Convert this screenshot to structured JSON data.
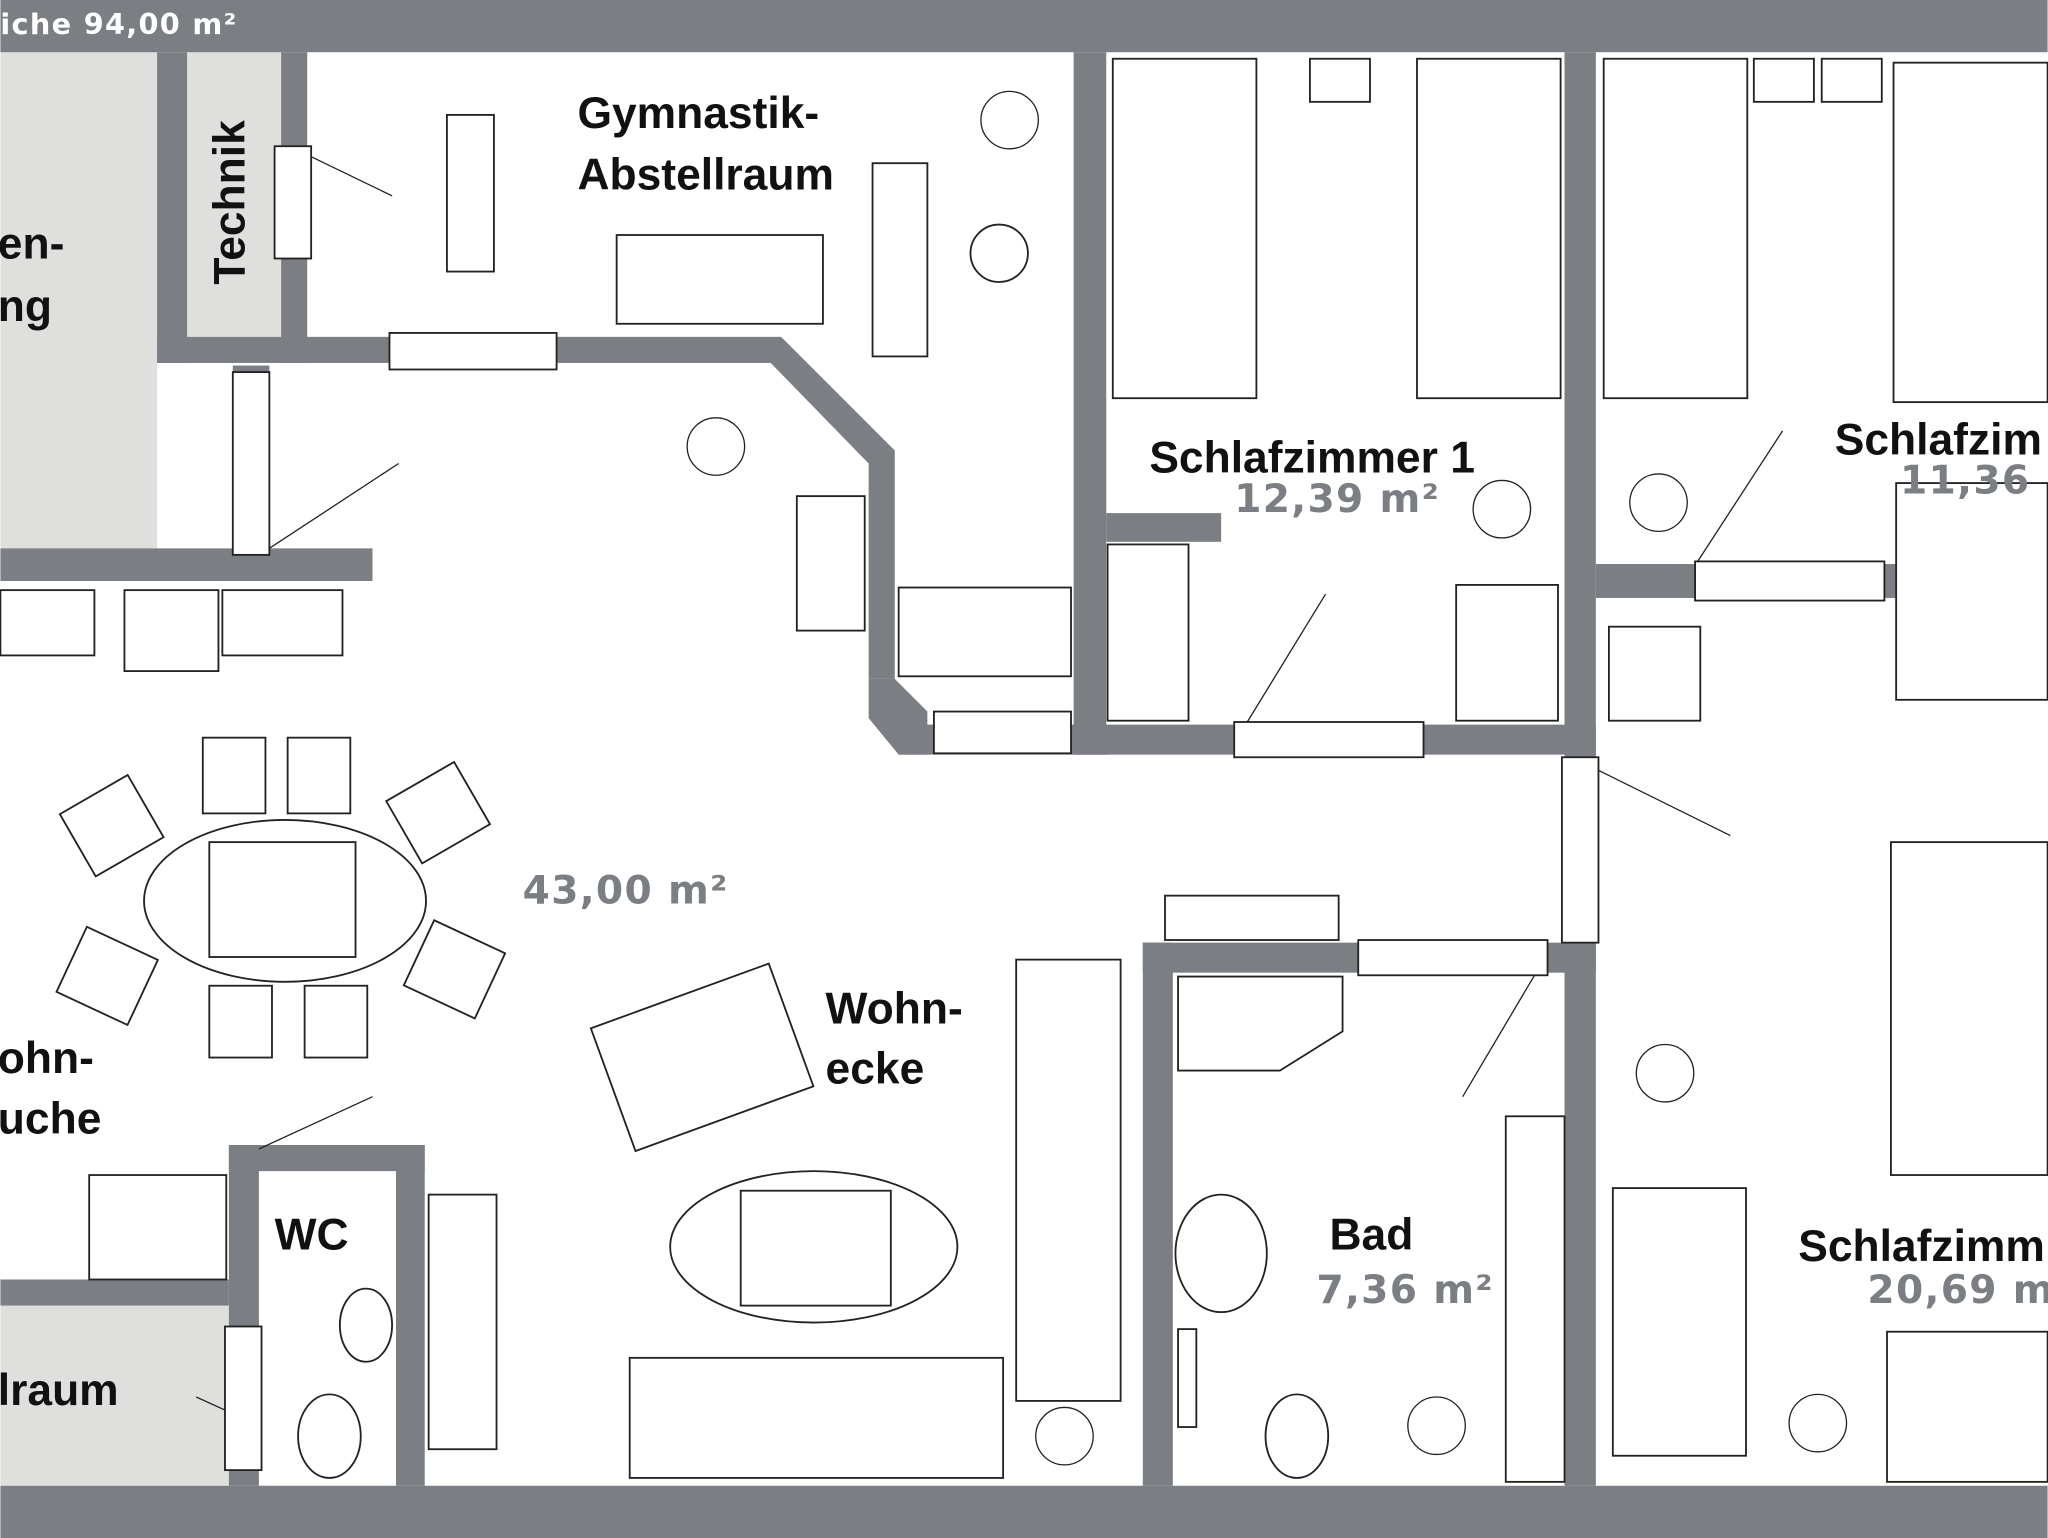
{
  "header": {
    "total_area": "iche 94,00 m²"
  },
  "rooms": {
    "left_top": {
      "line1": "en-",
      "line2": "ng"
    },
    "technik": {
      "label": "Technik"
    },
    "gym": {
      "line1": "Gymnastik-",
      "line2": "Abstellraum"
    },
    "schlaf1": {
      "label": "Schlafzimmer 1",
      "area": "12,39 m²"
    },
    "schlaf2": {
      "label": "Schlafzim",
      "area": "11,36"
    },
    "wohn": {
      "area": "43,00 m²"
    },
    "wohnecke": {
      "line1": "Wohn-",
      "line2": "ecke"
    },
    "wohnkueche": {
      "line1": "ohn-",
      "line2": "uche"
    },
    "wc": {
      "label": "WC"
    },
    "abstell": {
      "label": "lraum"
    },
    "bad": {
      "label": "Bad",
      "area": "7,36 m²"
    },
    "schlaf3": {
      "label": "Schlafzimm",
      "area": "20,69 m"
    }
  },
  "colors": {
    "wall": "#7b7f83",
    "gray_room": "#dfdfdd"
  }
}
